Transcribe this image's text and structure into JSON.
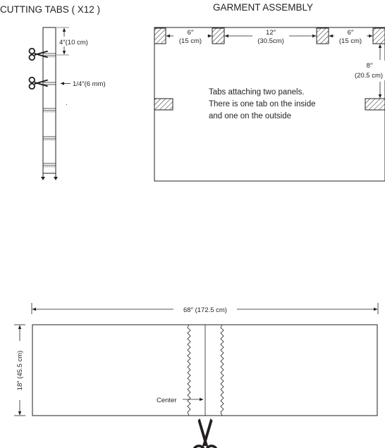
{
  "cutting_tabs": {
    "title": "CUTTING TABS ( X12 )",
    "dim_top": "4″(10 cm)",
    "dim_small": "1/4″(6 mm)"
  },
  "garment_assembly": {
    "title": "GARMENT ASSEMBLY",
    "dim_left_in": "6″",
    "dim_left_cm": "(15 cm)",
    "dim_mid_in": "12″",
    "dim_mid_cm": "(30.5cm)",
    "dim_right_in": "6″",
    "dim_right_cm": "(15 cm)",
    "dim_vert_in": "8″",
    "dim_vert_cm": "(20.5 cm)",
    "note_lines": [
      "Tabs attaching two panels.",
      "There is one tab on the inside",
      "and one on the outside"
    ]
  },
  "fabric_cut": {
    "width_label": "68″ (172.5 cm)",
    "height_label": "18″ (45.5 cm)",
    "center_label": "Center"
  },
  "icons": [
    "scissors-icon",
    "arrow-icon",
    "hatched-tab-icon"
  ]
}
